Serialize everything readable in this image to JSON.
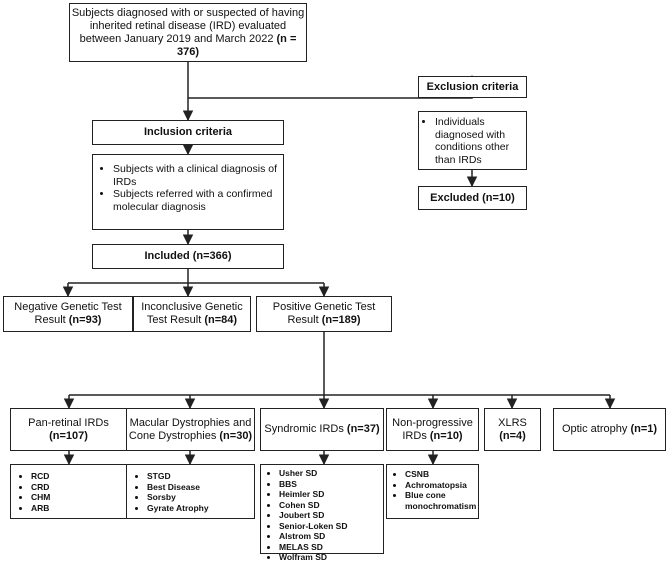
{
  "source": {
    "text": "Subjects diagnosed with or suspected of having inherited retinal disease (IRD) evaluated between January 2019 and March 2022",
    "count": "(n = 376)"
  },
  "exclusion": {
    "title": "Exclusion criteria",
    "items": [
      "Individuals diagnosed with conditions other than IRDs"
    ],
    "excluded": "Excluded (n=10)"
  },
  "inclusion": {
    "title": "Inclusion criteria",
    "items": [
      "Subjects with a clinical diagnosis of IRDs",
      "Subjects referred with a confirmed molecular diagnosis"
    ]
  },
  "included": "Included (n=366)",
  "results": {
    "negative": {
      "text": "Negative Genetic Test Result",
      "count": "(n=93)"
    },
    "inconclusive": {
      "text": "Inconclusive Genetic Test Result",
      "count": "(n=84)"
    },
    "positive": {
      "text": "Positive Genetic Test Result",
      "count": "(n=189)"
    }
  },
  "categories": [
    {
      "label": "Pan-retinal IRDs",
      "count": "(n=107)",
      "items": [
        "RCD",
        "CRD",
        "CHM",
        "ARB"
      ]
    },
    {
      "label": "Macular Dystrophies and Cone Dystrophies",
      "count": "(n=30)",
      "items": [
        "STGD",
        "Best Disease",
        "Sorsby",
        "Gyrate Atrophy"
      ]
    },
    {
      "label": "Syndromic IRDs",
      "count": "(n=37)",
      "items": [
        "Usher SD",
        "BBS",
        "Heimler SD",
        "Cohen SD",
        "Joubert SD",
        "Senior-Loken SD",
        "Alstrom SD",
        "MELAS SD",
        "Wolfram SD"
      ]
    },
    {
      "label": "Non-progressive IRDs",
      "count": "(n=10)",
      "items": [
        "CSNB",
        "Achromatopsia",
        "Blue cone monochromatism"
      ]
    },
    {
      "label": "XLRS",
      "count": "(n=4)"
    },
    {
      "label": "Optic atrophy",
      "count": "(n=1)"
    }
  ]
}
